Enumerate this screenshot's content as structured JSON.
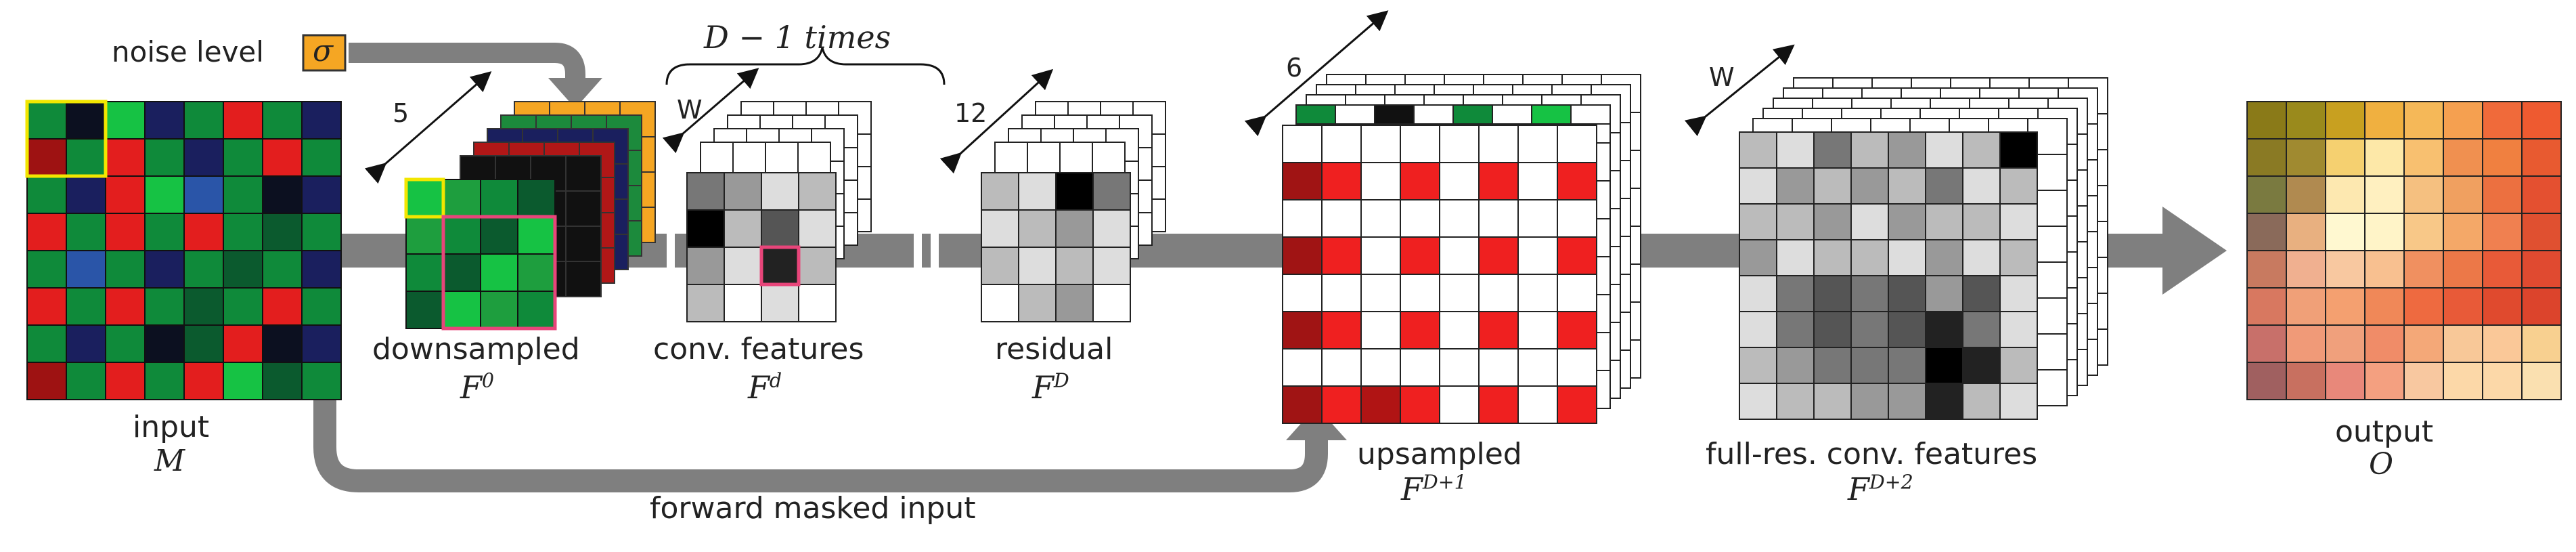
{
  "labels": {
    "noise_level": "noise level",
    "sigma": "σ",
    "input": "input",
    "input_sym": "M",
    "downsampled": "downsampled",
    "downsampled_sym": "F",
    "downsampled_sup": "0",
    "conv_features": "conv. features",
    "conv_sym": "F",
    "conv_sup": "d",
    "d_minus_1": "D − 1 times",
    "residual": "residual",
    "residual_sym": "F",
    "residual_sup": "D",
    "upsampled": "upsampled",
    "upsampled_sym": "F",
    "upsampled_sup": "D+1",
    "fullres": "full-res. conv. features",
    "fullres_sym": "F",
    "fullres_sup": "D+2",
    "output": "output",
    "output_sym": "O",
    "forward": "forward masked input",
    "dim_5": "5",
    "dim_w1": "W",
    "dim_12": "12",
    "dim_6": "6",
    "dim_w2": "W"
  },
  "colors": {
    "arrow": "#7f7f7f",
    "highlight_yellow": "#f2e600",
    "highlight_pink": "#e8457a",
    "noise_box": "#f5a623"
  }
}
